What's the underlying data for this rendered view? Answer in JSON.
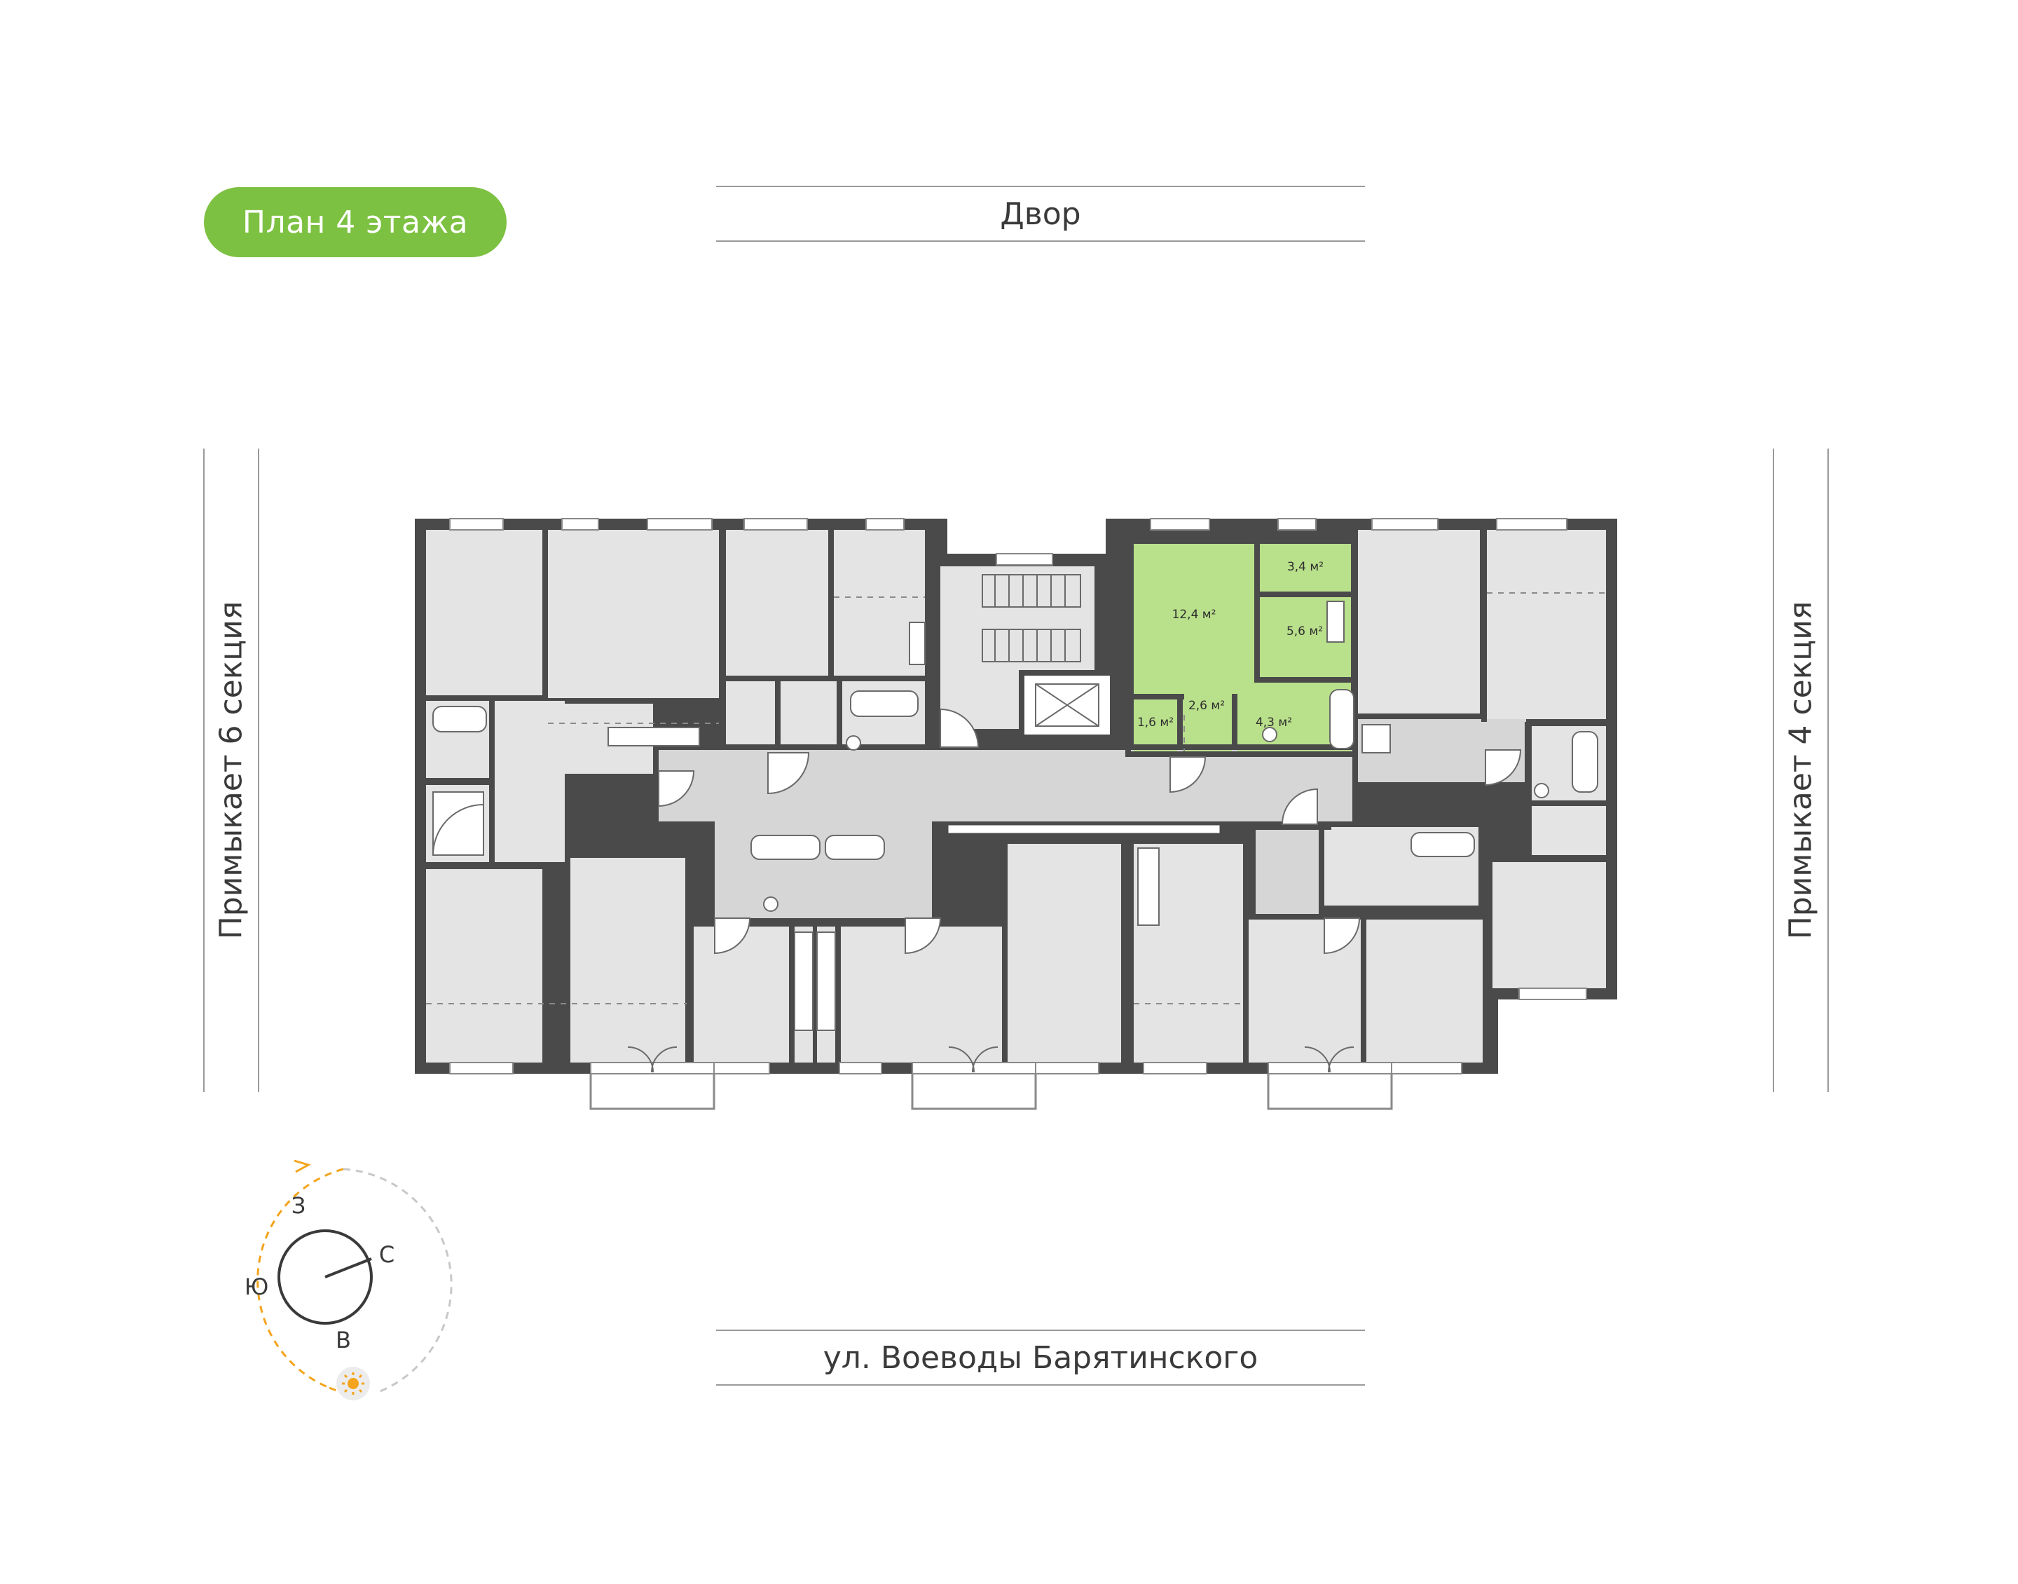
{
  "floor_badge": {
    "label": "План 4 этажа",
    "color": "#7dc142"
  },
  "streets": {
    "top": "Двор",
    "bottom": "ул. Воеводы Барятинского"
  },
  "sides": {
    "left": "Примыкает 6 секция",
    "right": "Примыкает 4 секция"
  },
  "highlighted_apartment": {
    "color": "#b9e08b",
    "rooms": [
      {
        "name": "room",
        "area": "12,4 м²"
      },
      {
        "name": "balcony-room",
        "area": "3,4 м²"
      },
      {
        "name": "kitchen",
        "area": "5,6 м²"
      },
      {
        "name": "storage",
        "area": "1,6 м²"
      },
      {
        "name": "hall",
        "area": "2,6 м²"
      },
      {
        "name": "bathroom",
        "area": "4,3 м²"
      }
    ]
  },
  "compass": {
    "west": "З",
    "north": "С",
    "south": "Ю",
    "east": "В",
    "sun_color": "#f3a41c",
    "sun_icon": "sun-icon"
  },
  "colors": {
    "wall": "#4a4a4a",
    "room": "#e4e4e4",
    "corridor": "#d6d6d6"
  }
}
